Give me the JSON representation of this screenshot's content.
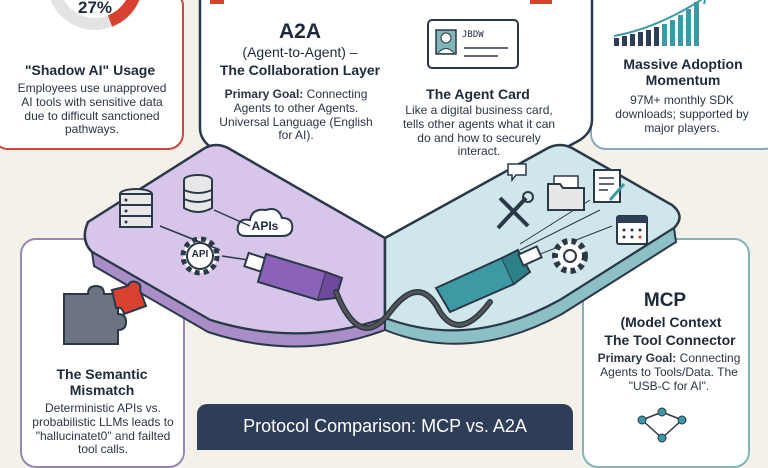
{
  "shadow_ai": {
    "percent": "27%",
    "title": "\"Shadow AI\" Usage",
    "desc": "Employees use unapproved AI tools with sensitive data due to difficult sanctioned pathways."
  },
  "a2a": {
    "title": "A2A",
    "subtitle": "(Agent-to-Agent) –",
    "subtitle2": "The Collaboration Layer",
    "goal_label": "Primary Goal:",
    "goal_text": "Connecting Agents to other Agents. Universal Language (English for AI)."
  },
  "agent_card": {
    "badge_text": "JBDW",
    "title": "The Agent Card",
    "desc": "Like a digital business card, tells other agents what it can do and how to securely interact."
  },
  "adoption": {
    "title": "Massive Adoption Momentum",
    "desc": "97M+ monthly SDK downloads; supported by major players."
  },
  "platform": {
    "apis_label": "APIs",
    "api_label": "API"
  },
  "mcp": {
    "title": "MCP",
    "subtitle": "(Model Context",
    "subtitle2": "The Tool Connector",
    "goal_label": "Primary Goal:",
    "goal_text": "Connecting Agents to Tools/Data. The \"USB-C for AI\"."
  },
  "semantic": {
    "title": "The Semantic Mismatch",
    "desc": "Deterministic APIs vs. probabilistic LLMs leads to \"hallucinatet0\" and failted tool calls."
  },
  "banner": {
    "text": "Protocol Comparison: MCP vs. A2A"
  },
  "colors": {
    "a2a_purple": "#8a63b8",
    "mcp_teal": "#3d9aa5",
    "accent_red": "#d8412f",
    "navy": "#2f3e58"
  }
}
